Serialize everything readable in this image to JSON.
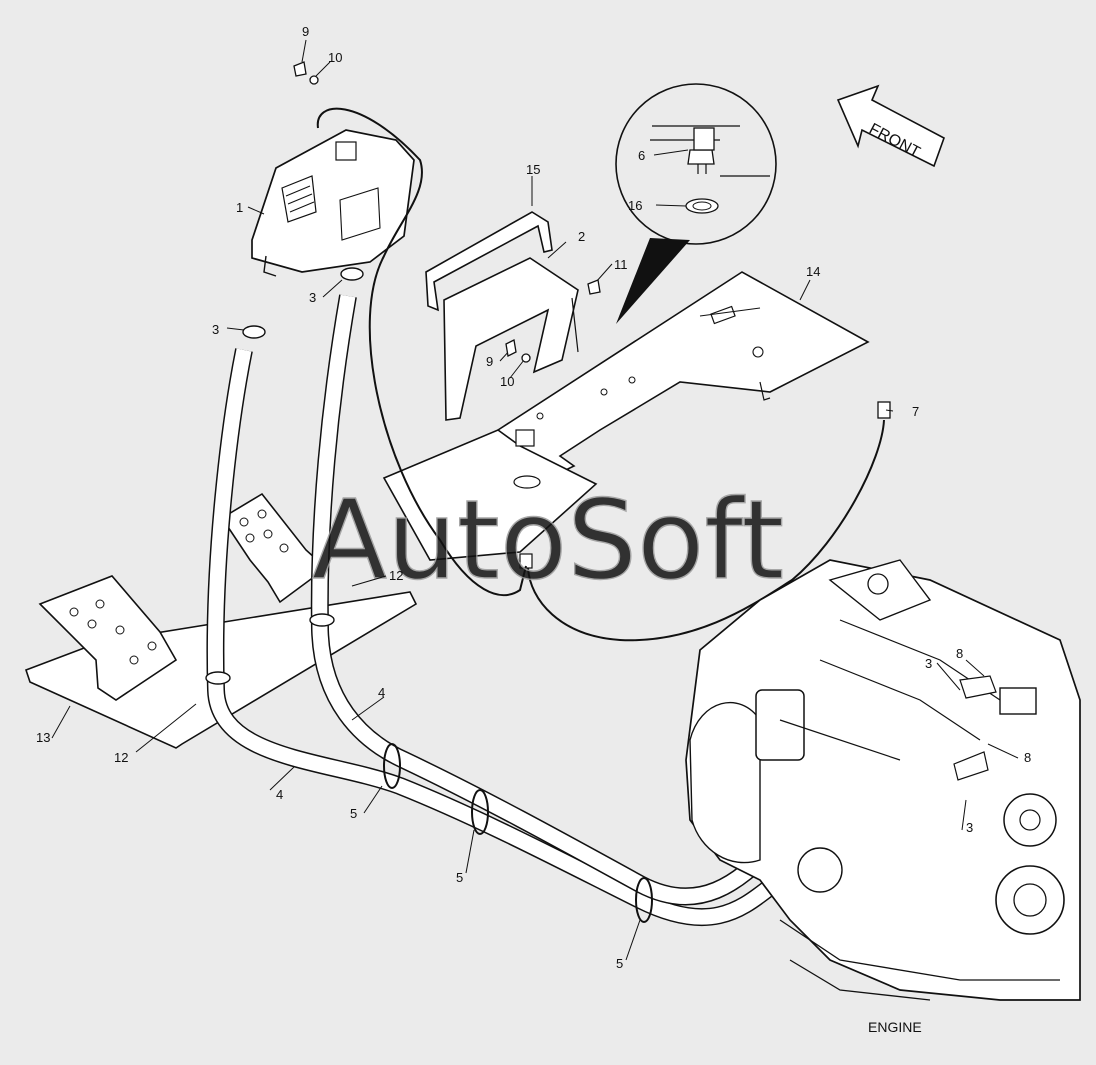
{
  "diagram": {
    "colors": {
      "background": "#ebebeb",
      "line": "#111111",
      "watermark": "#ffffff"
    },
    "front_label": "FRONT",
    "engine_label": "ENGINE",
    "watermark": "AutoSoft",
    "callouts": {
      "c1": "1",
      "c2": "2",
      "c3a": "3",
      "c3b": "3",
      "c3c": "3",
      "c3d": "3",
      "c4a": "4",
      "c4b": "4",
      "c5a": "5",
      "c5b": "5",
      "c5c": "5",
      "c6": "6",
      "c7": "7",
      "c8a": "8",
      "c8b": "8",
      "c9a": "9",
      "c9b": "9",
      "c10a": "10",
      "c10b": "10",
      "c11": "11",
      "c12a": "12",
      "c12b": "12",
      "c13": "13",
      "c14": "14",
      "c15": "15",
      "c16": "16"
    }
  }
}
